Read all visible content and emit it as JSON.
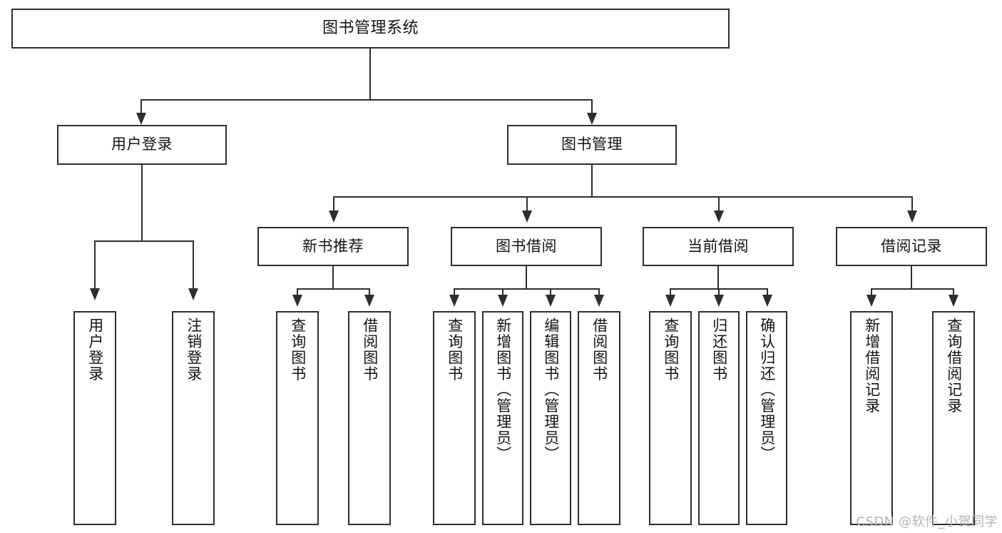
{
  "diagram": {
    "title": "图书管理系统",
    "type": "tree-structure-chart",
    "watermark": "CSDN @软件_小贺同学",
    "style": {
      "border_color": "#2e2e2e",
      "background": "#ffffff",
      "text_color": "#141414",
      "watermark_color": "#b3b3b3"
    }
  },
  "nodes": {
    "root": {
      "label": "图书管理系统"
    },
    "level2": [
      {
        "id": "user-login",
        "label": "用户登录"
      },
      {
        "id": "book-manage",
        "label": "图书管理"
      }
    ],
    "level3": [
      {
        "id": "new-book-recommend",
        "label": "新书推荐"
      },
      {
        "id": "book-borrow",
        "label": "图书借阅"
      },
      {
        "id": "current-borrow",
        "label": "当前借阅"
      },
      {
        "id": "borrow-record",
        "label": "借阅记录"
      }
    ],
    "leaves": {
      "user_login": [
        {
          "id": "leaf-user-login",
          "label": "用户登录"
        },
        {
          "id": "leaf-logout",
          "label": "注销登录"
        }
      ],
      "new_book_recommend": [
        {
          "id": "leaf-query-book-1",
          "label": "查询图书"
        },
        {
          "id": "leaf-borrow-book-1",
          "label": "借阅图书"
        }
      ],
      "book_borrow": [
        {
          "id": "leaf-query-book-2",
          "label": "查询图书"
        },
        {
          "id": "leaf-add-book",
          "label": "新增图书（管理员）"
        },
        {
          "id": "leaf-edit-book",
          "label": "编辑图书（管理员）"
        },
        {
          "id": "leaf-borrow-book-2",
          "label": "借阅图书"
        }
      ],
      "current_borrow": [
        {
          "id": "leaf-query-book-3",
          "label": "查询图书"
        },
        {
          "id": "leaf-return-book",
          "label": "归还图书"
        },
        {
          "id": "leaf-confirm-return",
          "label": "确认归还（管理员）"
        }
      ],
      "borrow_record": [
        {
          "id": "leaf-add-record",
          "label": "新增借阅记录"
        },
        {
          "id": "leaf-query-record",
          "label": "查询借阅记录"
        }
      ]
    }
  }
}
